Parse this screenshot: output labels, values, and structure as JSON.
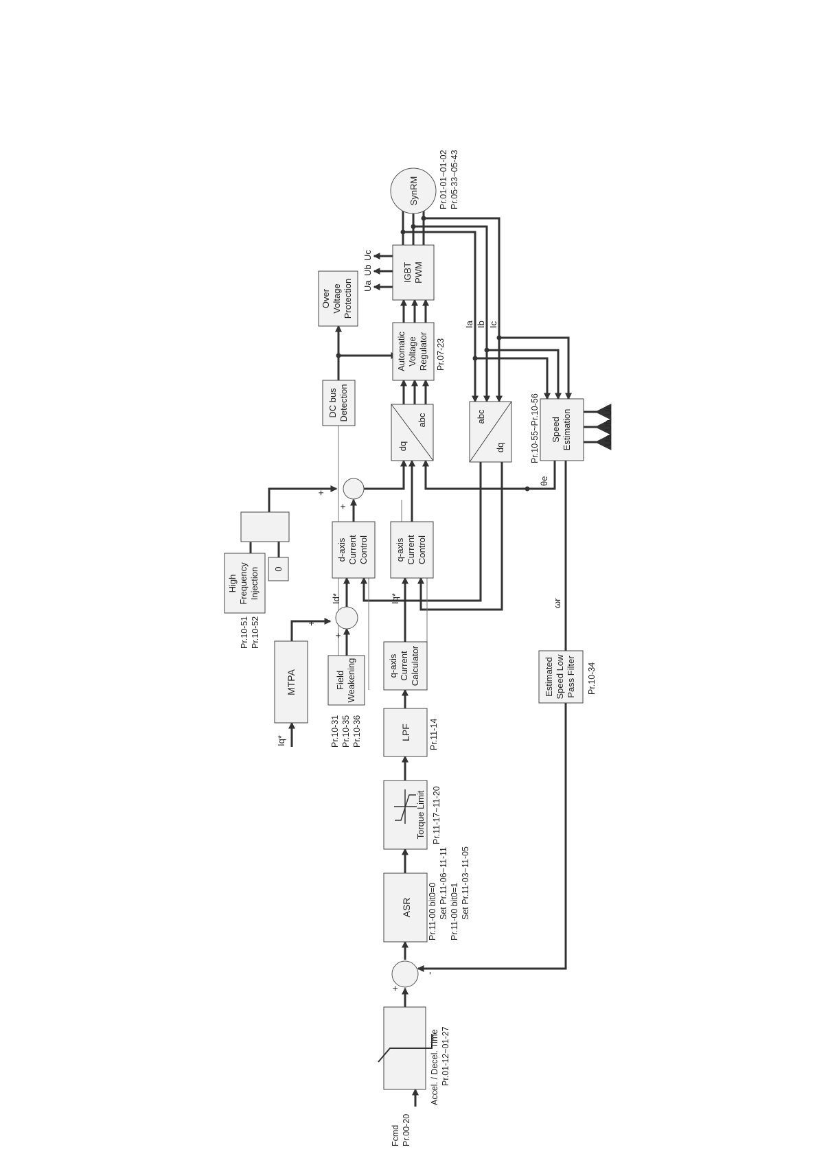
{
  "blocks": {
    "accel": {
      "label": "Accel. / Decel. Time",
      "param": "Pr.01-12~01-27"
    },
    "fcmd": {
      "label": "Fcmd",
      "param": "Pr.00-20"
    },
    "asr": {
      "label": "ASR",
      "params": [
        "Pr.11-00 bit0=0",
        "Set Pr.11-06~11-11",
        "Pr.11-00 bit0=1",
        "Set Pr.11-03~11-05"
      ]
    },
    "torque_limit": {
      "label": "Torque Limit",
      "param": "Pr.11-17~11-20"
    },
    "lpf": {
      "label": "LPF",
      "param": "Pr.11-14"
    },
    "mtpa": {
      "label": "MTPA"
    },
    "field_weakening": {
      "lines": [
        "Field",
        "Weakening"
      ],
      "params": [
        "Pr.10-31",
        "Pr.10-35",
        "Pr.10-36"
      ]
    },
    "q_calc": {
      "lines": [
        "q-axis",
        "Current",
        "Calculator"
      ]
    },
    "estimated_filter": {
      "lines": [
        "Estimated",
        "Speed Low",
        "Pass Filter"
      ],
      "param": "Pr.10-34"
    },
    "hfi": {
      "lines": [
        "High",
        "Frequency",
        "Injection"
      ],
      "params": [
        "Pr.10-51",
        "Pr.10-52"
      ]
    },
    "zero": {
      "label": "0"
    },
    "d_ctrl": {
      "lines": [
        "d-axis",
        "Current",
        "Control"
      ]
    },
    "q_ctrl": {
      "lines": [
        "q-axis",
        "Current",
        "Control"
      ]
    },
    "dq_abc": {
      "top": "dq",
      "bottom": "abc"
    },
    "abc_dq": {
      "top": "abc",
      "bottom": "dq"
    },
    "speed_est": {
      "lines": [
        "Speed",
        "Estimation"
      ],
      "param": "Pr.10-55~Pr.10-56"
    },
    "dc_bus": {
      "lines": [
        "DC bus",
        "Detection"
      ]
    },
    "ov_protect": {
      "lines": [
        "Over",
        "Voltage",
        "Protection"
      ]
    },
    "avr": {
      "lines": [
        "Automatic",
        "Voltage",
        "Regulator"
      ],
      "param": "Pr.07-23"
    },
    "igbt": {
      "lines": [
        "IGBT",
        "PWM"
      ]
    },
    "motor": {
      "label": "SynRM",
      "params": [
        "Pr.01-01~01-02",
        "Pr.05-33~05-43"
      ]
    }
  },
  "signals": {
    "iq_star_in": "Iq*",
    "id_star": "Id*",
    "iq_star": "Iq*",
    "omega_r": "ωr",
    "theta_e": "θe",
    "ia": "Ia",
    "ib": "Ib",
    "ic": "Ic",
    "ua": "Ua",
    "ub": "Ub",
    "uc": "Uc",
    "plus": "+",
    "minus": "-"
  },
  "colors": {
    "block_fill": "#f2f2f2",
    "line": "#333333"
  }
}
